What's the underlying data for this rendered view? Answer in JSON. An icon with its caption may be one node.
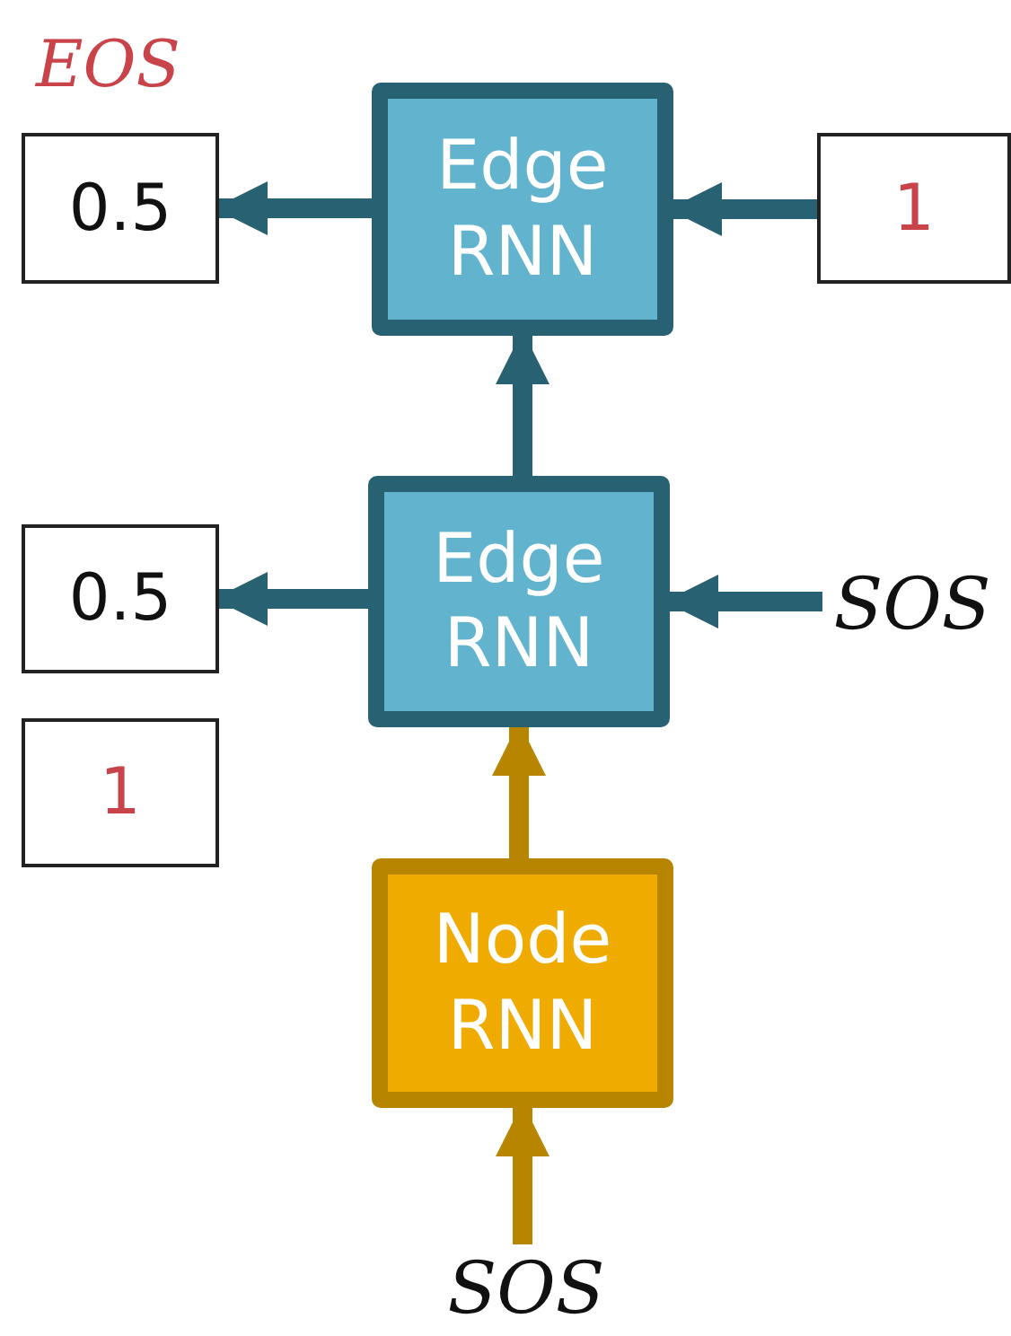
{
  "diagram": {
    "nodes": [
      {
        "text": [
          "Edge RNN"
        ]
      },
      {
        "text": [
          "0.5"
        ],
        "beside": [
          "EOS"
        ]
      },
      {
        "text": [
          "1"
        ]
      },
      {
        "text": [
          "Edge RNN"
        ]
      },
      {
        "text": [
          "0.5"
        ]
      },
      {
        "text": [
          "1"
        ]
      },
      {
        "text": [
          "SOS"
        ]
      },
      {
        "text": [
          "Node RNN"
        ]
      },
      {
        "text": [
          "SOS"
        ]
      }
    ],
    "edges": [
      {
        "from": 0,
        "to": 1,
        "arrow": "to"
      },
      {
        "from": 2,
        "to": 0,
        "arrow": "to"
      },
      {
        "from": 3,
        "to": 0,
        "arrow": "to"
      },
      {
        "from": 3,
        "to": 4,
        "arrow": "to"
      },
      {
        "from": 6,
        "to": 3,
        "arrow": "to"
      },
      {
        "from": 7,
        "to": 3,
        "arrow": "to",
        "color": "#b88500"
      },
      {
        "from": 8,
        "to": 7,
        "arrow": "to",
        "color": "#b88500"
      }
    ]
  }
}
